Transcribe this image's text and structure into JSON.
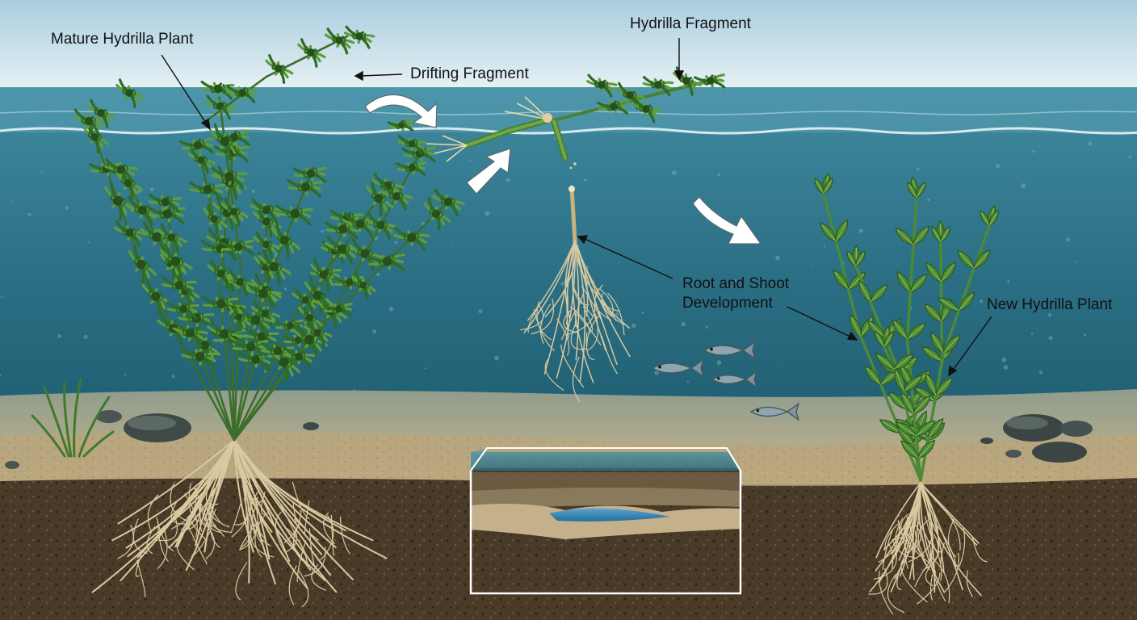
{
  "labels": {
    "mature_plant": "Mature Hydrilla Plant",
    "drifting_fragment": "Drifting Fragment",
    "hydrilla_fragment": "Hydrilla Fragment",
    "root_shoot_line1": "Root and Shoot",
    "root_shoot_line2": "Development",
    "new_plant": "New Hydrilla Plant"
  },
  "colors": {
    "sky_top": "#a9cde0",
    "sky_bottom": "#e6f1f4",
    "water_top": "#3f8aa0",
    "water_bottom": "#1e5b6e",
    "sand": "#c8b58c",
    "sediment": "#4a3a28",
    "leaf_dark": "#2f6b22",
    "leaf_light": "#5f9c3a",
    "root": "#d8c9a0",
    "arrow_fill": "#ffffff"
  },
  "icons": {
    "fish": "fish-icon",
    "curved_arrow": "curved-arrow-icon",
    "rock": "rock-icon"
  }
}
